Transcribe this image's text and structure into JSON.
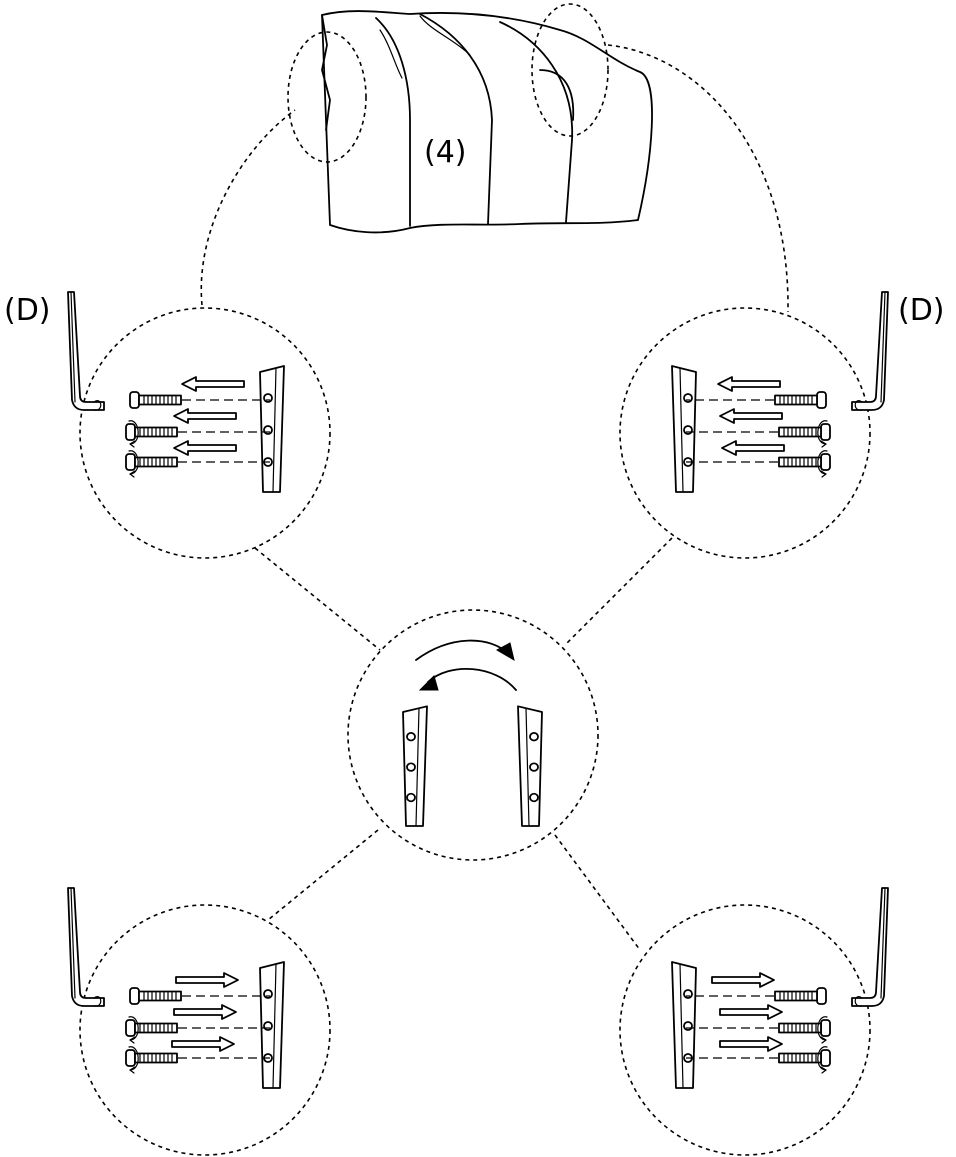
{
  "labels": {
    "part_number": "(4)",
    "hardware_left": "(D)",
    "hardware_right": "(D)"
  },
  "icons": [
    "hex-key-icon",
    "screw-icon",
    "bracket-icon",
    "arrow-icon",
    "swap-arrows-icon",
    "cushion-icon"
  ],
  "colors": {
    "ink": "#000000",
    "background": "#ffffff"
  }
}
